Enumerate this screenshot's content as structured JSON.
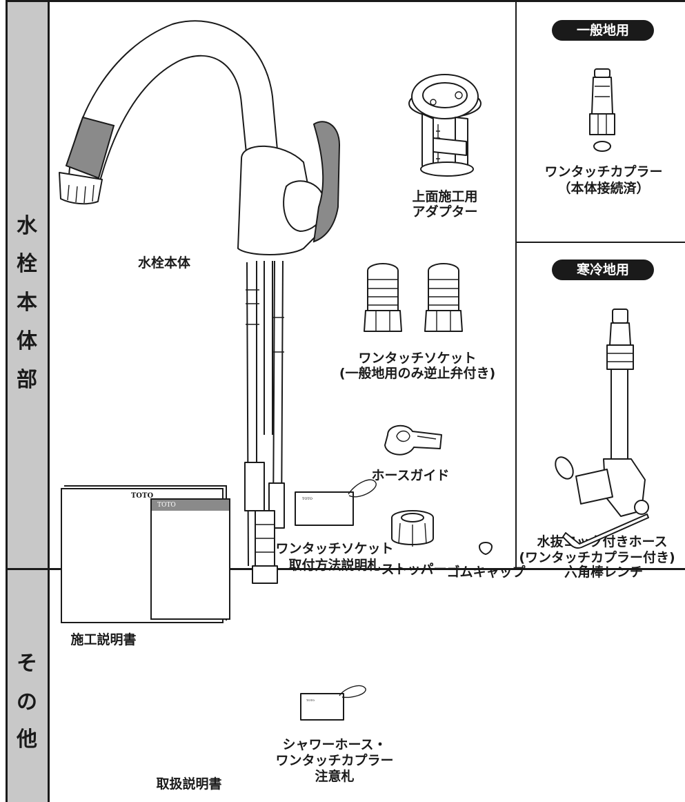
{
  "sections": {
    "faucet_body": [
      "水",
      "栓",
      "本",
      "体",
      "部"
    ],
    "other": [
      "そ",
      "の",
      "他"
    ]
  },
  "labels": {
    "faucet_body": "水栓本体",
    "adapter": [
      "上面施工用",
      "アダプター"
    ],
    "socket": [
      "ワンタッチソケット",
      "(一般地用のみ逆止弁付き)"
    ],
    "hose_guide": "ホースガイド",
    "stopper": "ストッパー",
    "general_badge": "一般地用",
    "coupler": [
      "ワンタッチカプラー",
      "（本体接続済）"
    ],
    "cold_badge": "寒冷地用",
    "drain_hose": [
      "水抜コック付きホース",
      "(ワンタッチカプラー付き)"
    ],
    "install_manual": "施工説明書",
    "user_manual": "取扱説明書",
    "brand": "TOTO",
    "socket_tag": [
      "ワンタッチソケット",
      "取付方法説明札"
    ],
    "shower_tag": [
      "シャワーホース・",
      "ワンタッチカプラー",
      "注意札"
    ],
    "rubber_cap": "ゴムキャップ",
    "hex_wrench": "六角棒レンチ"
  },
  "colors": {
    "sidebar": "#c8c8c8",
    "accent_gray": "#8a8a8a",
    "line": "#1a1a1a"
  }
}
